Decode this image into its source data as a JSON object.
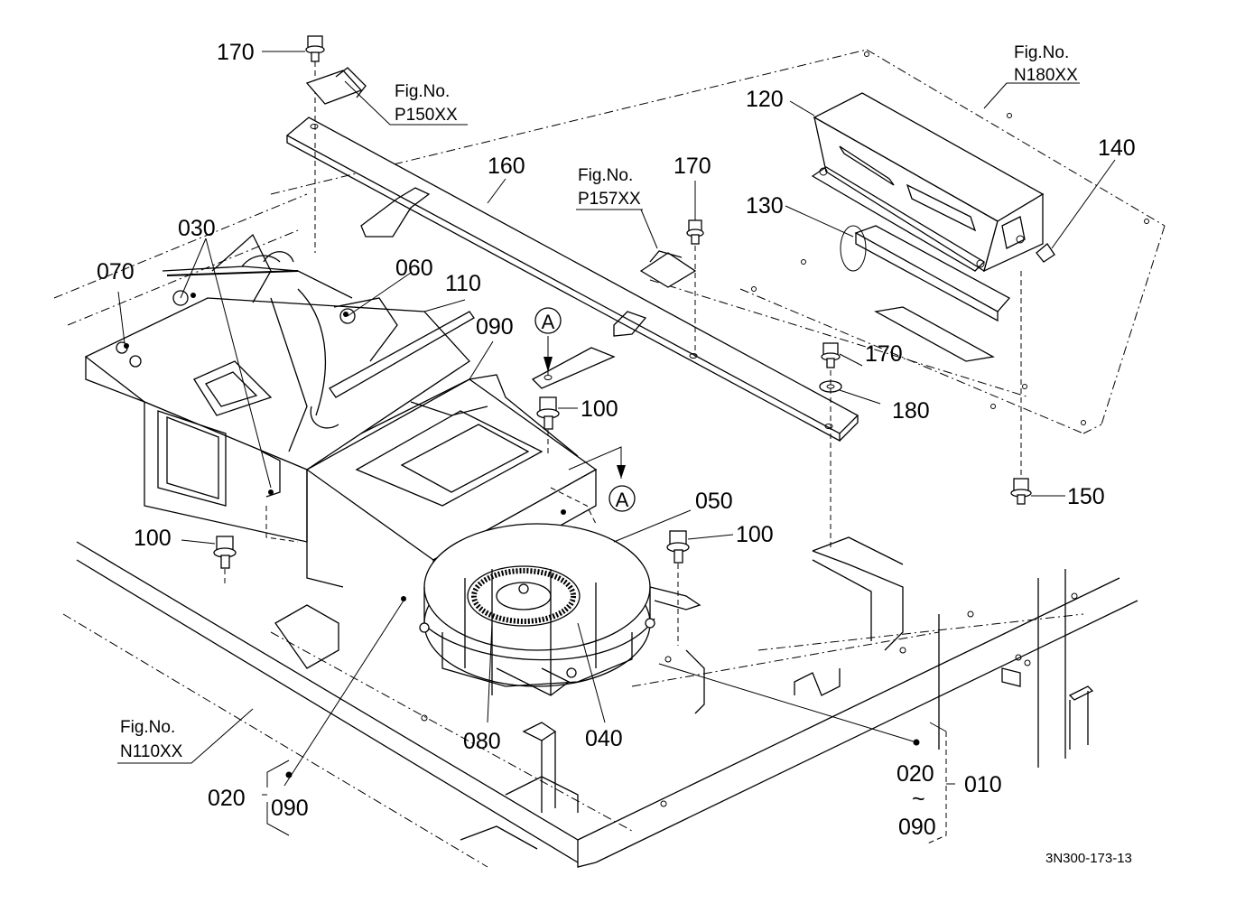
{
  "diagram": {
    "title": "Heater / Air-conditioner unit exploded parts view",
    "drawing_code": "3N300-173-13",
    "part_labels": [
      {
        "id": "170a",
        "text": "170"
      },
      {
        "id": "160",
        "text": "160"
      },
      {
        "id": "170b",
        "text": "170"
      },
      {
        "id": "120",
        "text": "120"
      },
      {
        "id": "130",
        "text": "130"
      },
      {
        "id": "140",
        "text": "140"
      },
      {
        "id": "030",
        "text": "030"
      },
      {
        "id": "070",
        "text": "070"
      },
      {
        "id": "060",
        "text": "060"
      },
      {
        "id": "110",
        "text": "110"
      },
      {
        "id": "090a",
        "text": "090"
      },
      {
        "id": "100a",
        "text": "100"
      },
      {
        "id": "170c",
        "text": "170"
      },
      {
        "id": "180",
        "text": "180"
      },
      {
        "id": "150",
        "text": "150"
      },
      {
        "id": "050",
        "text": "050"
      },
      {
        "id": "100b",
        "text": "100"
      },
      {
        "id": "100c",
        "text": "100"
      },
      {
        "id": "080",
        "text": "080"
      },
      {
        "id": "040",
        "text": "040"
      },
      {
        "id": "020a",
        "text": "020"
      },
      {
        "id": "090b",
        "text": "090"
      },
      {
        "id": "020b",
        "text": "020"
      },
      {
        "id": "tilde",
        "text": "~"
      },
      {
        "id": "090c",
        "text": "090"
      },
      {
        "id": "010",
        "text": "010"
      }
    ],
    "figure_refs": [
      {
        "line1": "Fig.No.",
        "line2": "P150XX"
      },
      {
        "line1": "Fig.No.",
        "line2": "P157XX"
      },
      {
        "line1": "Fig.No.",
        "line2": "N180XX"
      },
      {
        "line1": "Fig.No.",
        "line2": "N110XX"
      }
    ],
    "view_markers": [
      {
        "text": "A"
      },
      {
        "text": "A"
      }
    ]
  }
}
